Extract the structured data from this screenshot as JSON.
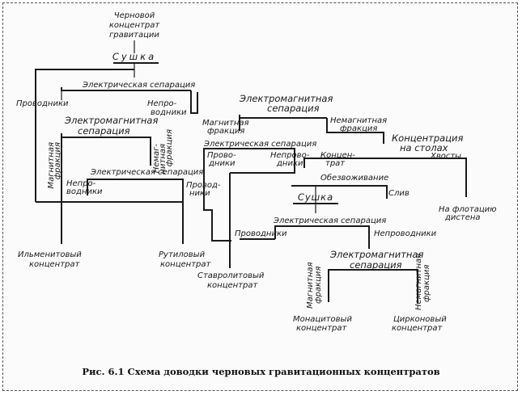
{
  "nodes": {
    "rough_conc_1": "Черновой",
    "rough_conc_2": "концентрат",
    "rough_conc_3": "гравитации",
    "drying_1": "Сушка",
    "elsep_1": "Электрическая сепарация",
    "conductors_1": "Проводники",
    "nonconductors_1a": "Непро-",
    "nonconductors_1b": "водники",
    "emsep_1a": "Электромагнитная",
    "emsep_1b": "сепарация",
    "emsep_2a": "Электромагнитная",
    "emsep_2b": "сепарация",
    "magnetic_1a": "Магнитная",
    "magnetic_1b": "фракция",
    "nonmagnetic_1a": "Немаг-",
    "nonmagnetic_1b": "нитная",
    "nonmagnetic_1c": "фракция",
    "magnetic_2a": "Магнитная",
    "magnetic_2b": "фракция",
    "nonmagnetic_2a": "Немагнитная",
    "nonmagnetic_2b": "фракция",
    "elsep_2": "Электрическая сепарация",
    "nonconductors_2a": "Непро-",
    "nonconductors_2b": "водники",
    "conductors_2a": "Провод-",
    "conductors_2b": "ники",
    "elsep_3": "Электрическая сепарация",
    "conductors_3a": "Прово-",
    "conductors_3b": "дники",
    "nonconductors_3a": "Непрово-",
    "nonconductors_3b": "дники",
    "tables_1": "Концентрация",
    "tables_2": "на столах",
    "tables_conc_1": "Концен-",
    "tables_conc_2": "трат",
    "tailings": "Хвосты",
    "dewatering": "Обезвоживание",
    "drain": "Слив",
    "to_flotation_1": "На флотацию",
    "to_flotation_2": "дистена",
    "drying_2": "Сушка",
    "elsep_4": "Электрическая сепарация",
    "conductors_4": "Проводники",
    "nonconductors_4": "Непроводники",
    "emsep_3a": "Электромагнитная",
    "emsep_3b": "сепарация",
    "magnetic_3a": "Магнитная",
    "magnetic_3b": "фракция",
    "nonmagnetic_3a": "Немагнитная",
    "nonmagnetic_3b": "фракция",
    "ilmenite_1": "Ильменитовый",
    "ilmenite_2": "концентрат",
    "rutile_1": "Рутиловый",
    "rutile_2": "концентрат",
    "staurolite_1": "Ставролитовый",
    "staurolite_2": "концентрат",
    "monazite_1": "Монацитовый",
    "monazite_2": "концентрат",
    "zircon_1": "Цирконовый",
    "zircon_2": "концентрат"
  },
  "caption": "Рис. 6.1 Схема доводки черновых гравитационных концентратов"
}
